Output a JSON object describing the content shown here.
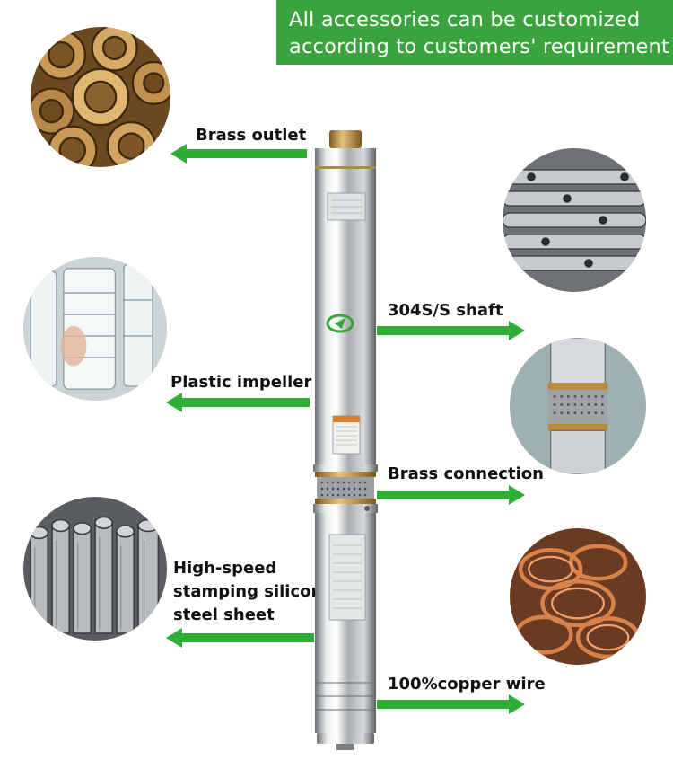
{
  "banner": {
    "line1": "All accessories can be customized",
    "line2": "according to customers' requirement",
    "color": "#3aa33d"
  },
  "arrow_color": "#2fae36",
  "left_features": [
    {
      "id": "brass-outlet",
      "label": "Brass outlet"
    },
    {
      "id": "plastic-impeller",
      "label": "Plastic impeller"
    },
    {
      "id": "steel-sheet",
      "lines": [
        "High-speed",
        "stamping silicon",
        "steel sheet"
      ]
    }
  ],
  "right_features": [
    {
      "id": "shaft",
      "label": "304S/S shaft"
    },
    {
      "id": "brass-connection",
      "label": "Brass connection"
    },
    {
      "id": "copper-wire",
      "label": "100%copper wire"
    }
  ]
}
